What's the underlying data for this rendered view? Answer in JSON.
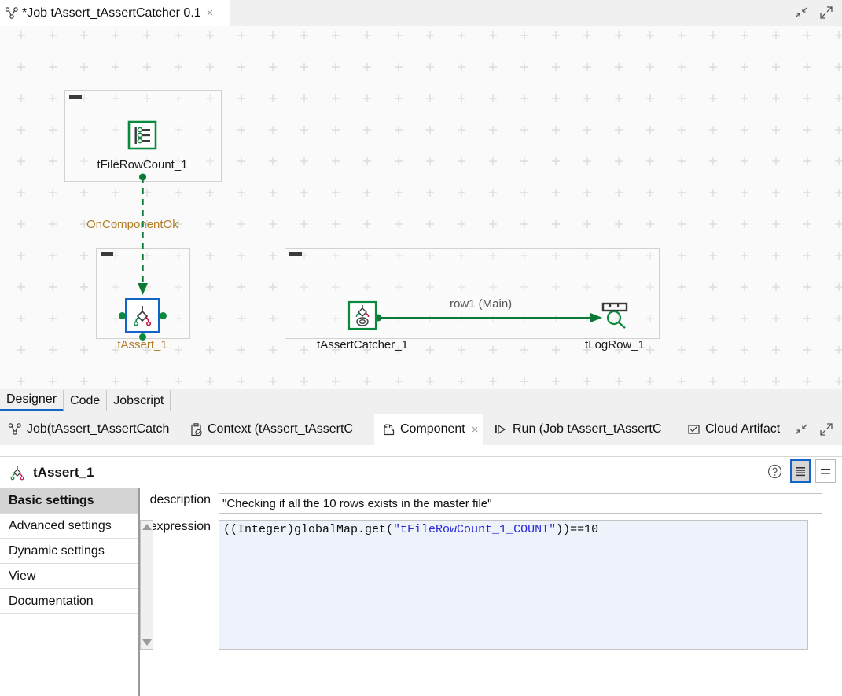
{
  "editor": {
    "tab_title": "*Job tAssert_tAssertCatcher 0.1",
    "tab_icon": "job-icon",
    "close_label": "×",
    "minimize_icon": "restore-icon",
    "maximize_icon": "maximize-icon"
  },
  "canvas": {
    "nodes": [
      {
        "id": "tFileRowCount_1",
        "label": "tFileRowCount_1",
        "icon": "file-row-count-icon",
        "selected": false
      },
      {
        "id": "tAssert_1",
        "label": "tAssert_1",
        "icon": "assert-icon",
        "selected": true
      },
      {
        "id": "tAssertCatcher_1",
        "label": "tAssertCatcher_1",
        "icon": "assert-catcher-icon",
        "selected": false
      },
      {
        "id": "tLogRow_1",
        "label": "tLogRow_1",
        "icon": "log-row-icon",
        "selected": false
      }
    ],
    "links": [
      {
        "id": "trigger1",
        "label": "OnComponentOk",
        "style": "dashed",
        "color": "#0a7a36"
      },
      {
        "id": "flow1",
        "label": "row1 (Main)",
        "style": "solid",
        "color": "#0a7a36"
      }
    ]
  },
  "designer_tabs": [
    {
      "label": "Designer",
      "active": true
    },
    {
      "label": "Code",
      "active": false
    },
    {
      "label": "Jobscript",
      "active": false
    }
  ],
  "view_tabs": [
    {
      "label": "Job(tAssert_tAssertCatch",
      "icon": "job-icon",
      "active": false,
      "closable": false
    },
    {
      "label": "Context (tAssert_tAssertC",
      "icon": "context-icon",
      "active": false,
      "closable": false
    },
    {
      "label": "Component",
      "icon": "component-puzzle-icon",
      "active": true,
      "closable": true,
      "close_label": "×"
    },
    {
      "label": "Run (Job tAssert_tAssertC",
      "icon": "run-icon",
      "active": false,
      "closable": false
    },
    {
      "label": "Cloud Artifact",
      "icon": "cloud-artifact-icon",
      "active": false,
      "closable": false
    }
  ],
  "component_panel": {
    "title": "tAssert_1",
    "title_icon": "assert-icon",
    "help_icon": "help-icon",
    "view_modes": [
      {
        "name": "dense-view-icon",
        "active": true
      },
      {
        "name": "sparse-view-icon",
        "active": false
      }
    ],
    "side_items": [
      {
        "label": "Basic settings",
        "active": true
      },
      {
        "label": "Advanced settings",
        "active": false
      },
      {
        "label": "Dynamic settings",
        "active": false
      },
      {
        "label": "View",
        "active": false
      },
      {
        "label": "Documentation",
        "active": false
      }
    ],
    "fields": {
      "description_label": "description",
      "description_value": "\"Checking if all the 10 rows exists in the master file\"",
      "expression_label": "expression",
      "expression_prefix": "((Integer)globalMap.get(",
      "expression_string": "\"tFileRowCount_1_COUNT\"",
      "expression_suffix": "))==10"
    },
    "scrollbar": {
      "up_arrow": "scroll-up-icon",
      "down_arrow": "scroll-down-icon"
    }
  },
  "colors": {
    "accent_blue": "#1464c8",
    "link_green": "#0a7a36",
    "trigger_label": "#b07d26",
    "flow_label": "#555555"
  }
}
